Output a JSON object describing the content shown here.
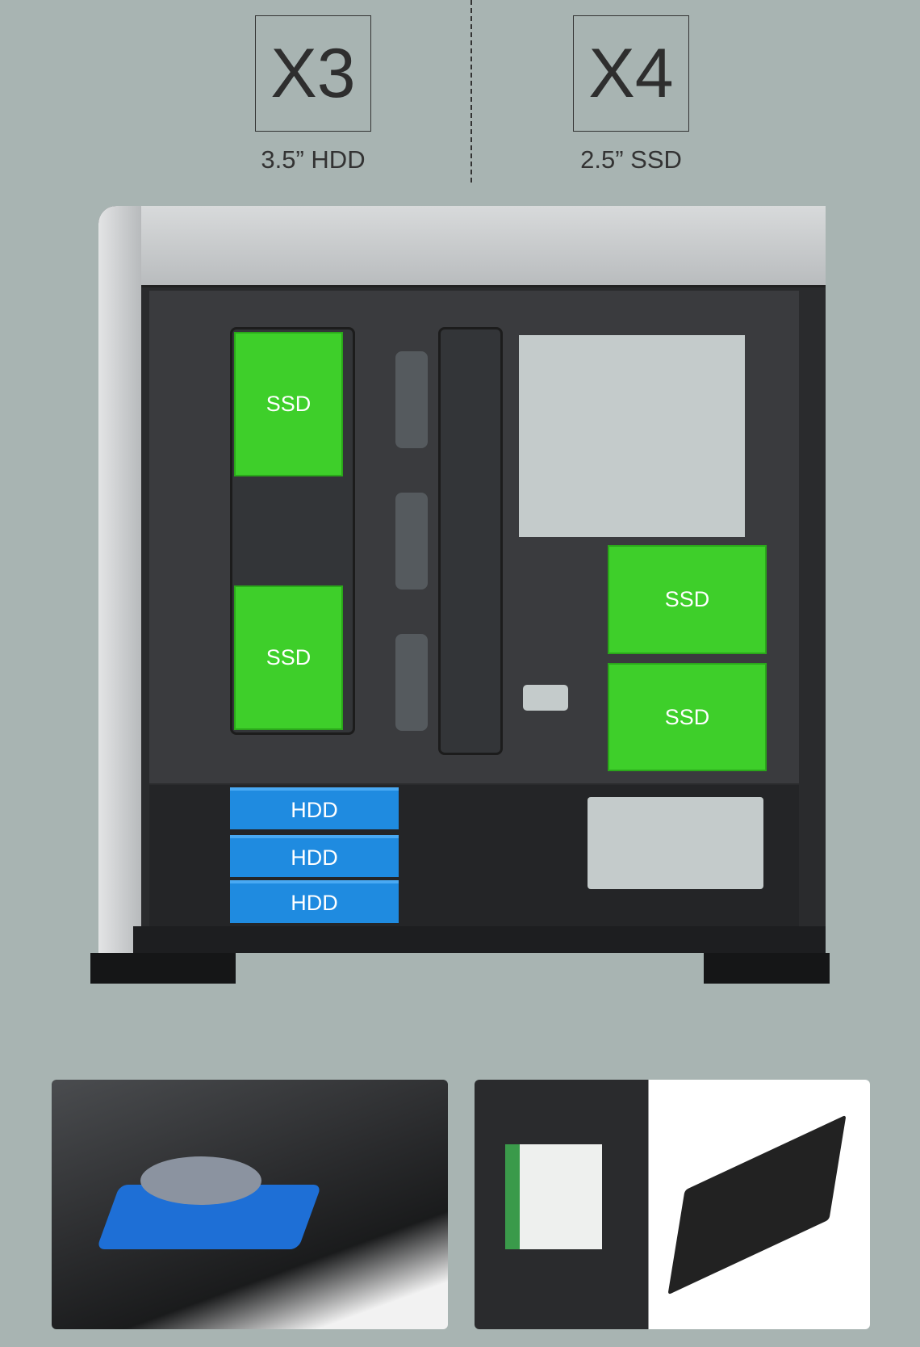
{
  "header": {
    "hdd": {
      "count": "X3",
      "label": "3.5” HDD"
    },
    "ssd": {
      "count": "X4",
      "label": "2.5” SSD"
    }
  },
  "case_diagram": {
    "ssd_label": "SSD",
    "hdd_label": "HDD",
    "colors": {
      "ssd": "#3ecf2a",
      "hdd": "#1f8be0",
      "background": "#a8b4b2"
    }
  }
}
